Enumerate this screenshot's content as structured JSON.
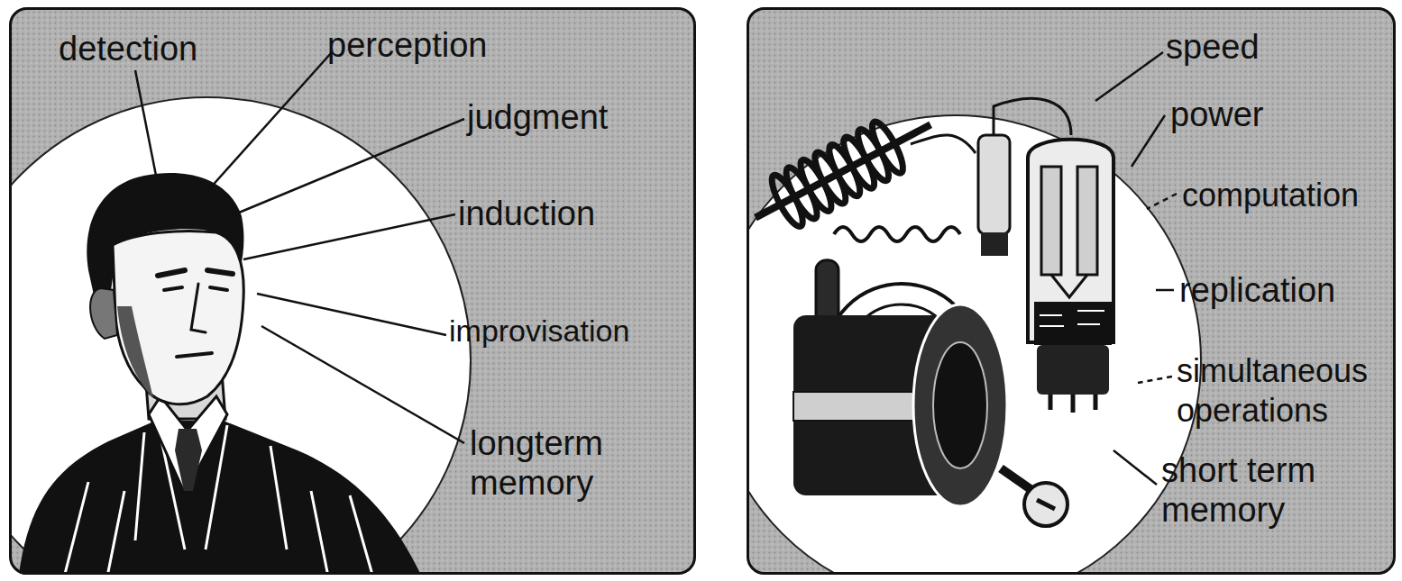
{
  "diagram": {
    "nodes": [
      {
        "text": [
          "detection",
          "perception",
          "judgment",
          "induction",
          "improvisation",
          "longterm memory"
        ]
      },
      {
        "text": [
          "speed",
          "power",
          "computation",
          "replication",
          "simultaneous operations",
          "short term memory"
        ]
      }
    ]
  }
}
